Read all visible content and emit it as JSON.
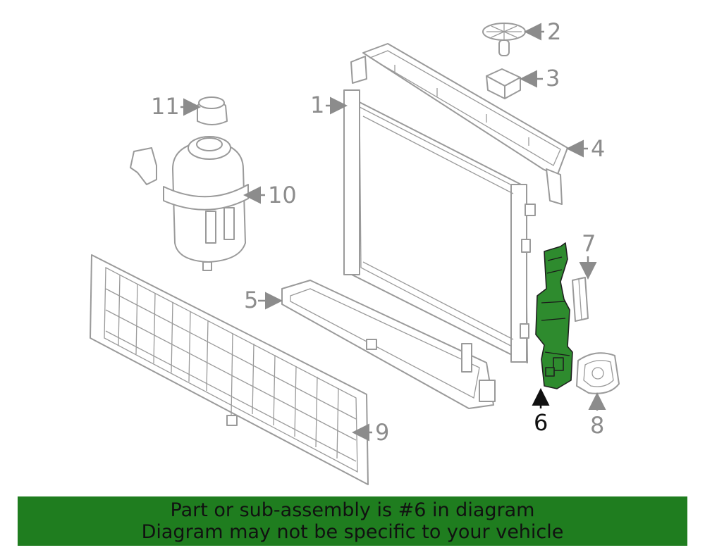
{
  "callouts": [
    "1",
    "2",
    "3",
    "4",
    "5",
    "6",
    "7",
    "8",
    "9",
    "10",
    "11"
  ],
  "highlighted_part": "6",
  "banner": {
    "line1": "Part or sub-assembly is #6 in diagram",
    "line2": "Diagram may not be specific to your vehicle"
  },
  "colors": {
    "highlight": "#2e8b2e",
    "banner": "#1f7d1f",
    "line_art": "#9a9a9a"
  }
}
